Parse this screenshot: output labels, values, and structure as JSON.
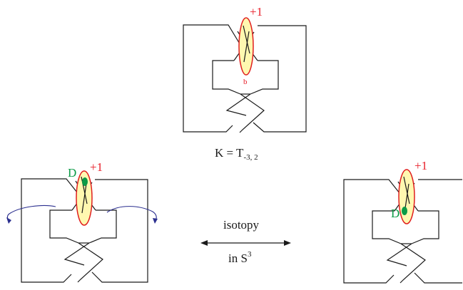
{
  "top_diagram": {
    "framing_label": "+1",
    "disk_label": "b",
    "knot_label_prefix": "K = T",
    "knot_label_sub": "-3, 2"
  },
  "left_diagram": {
    "framing_label": "+1",
    "disk_point_label": "D"
  },
  "right_diagram": {
    "framing_label": "+1",
    "disk_point_label": "D"
  },
  "isotopy": {
    "label_top": "isotopy",
    "label_bottom_prefix": "in S",
    "label_bottom_sup": "3"
  },
  "colors": {
    "framing": "#e8202a",
    "disk_fill": "#fff8b0",
    "disk_point": "#0b9a46",
    "rotation_arrow": "#2b2f8f"
  },
  "icons": [
    "rotation-arrow-icon",
    "double-headed-arrow-icon"
  ]
}
